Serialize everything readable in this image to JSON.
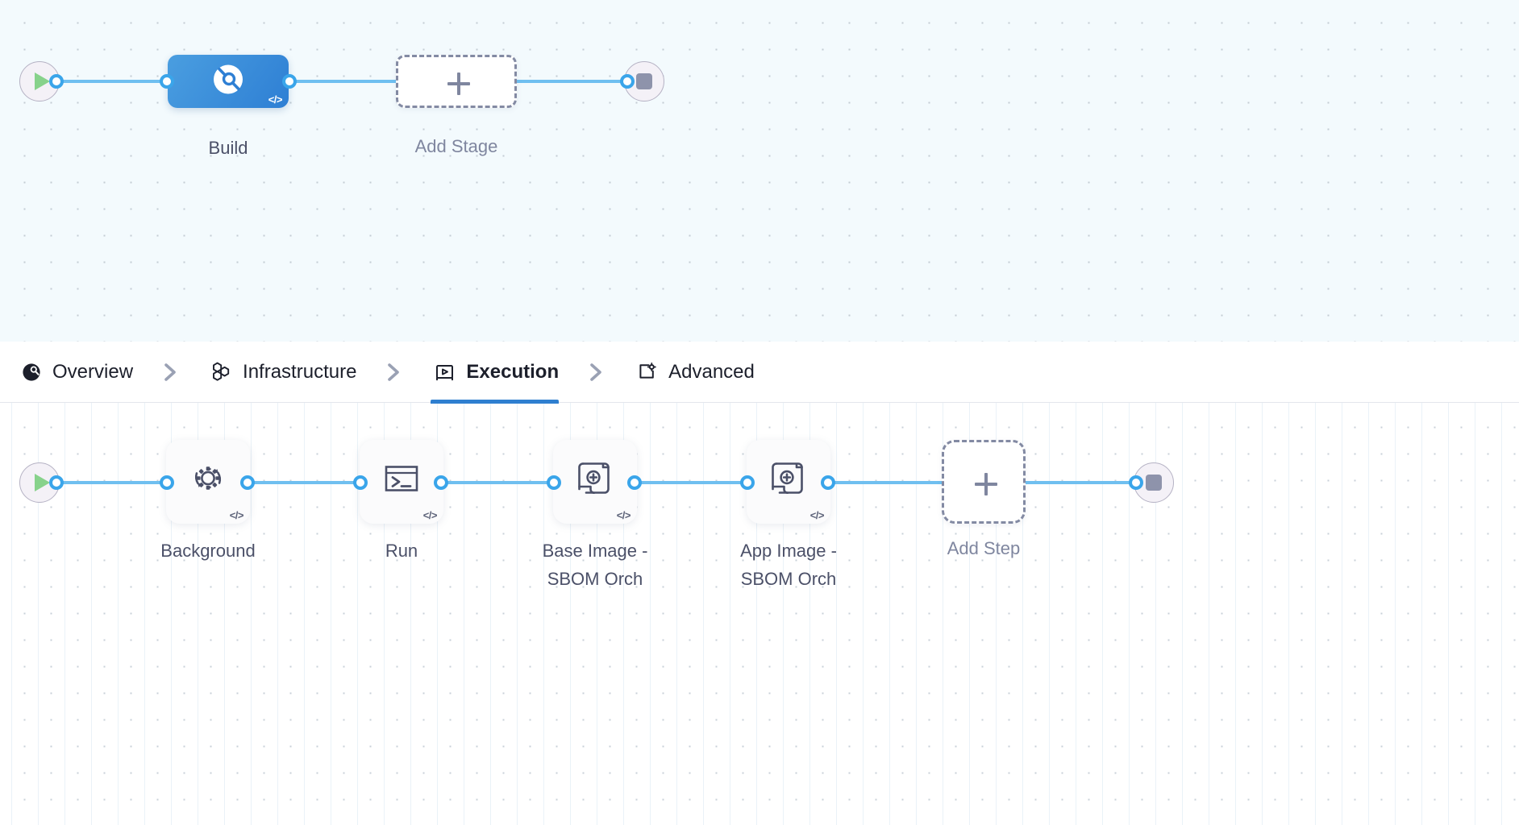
{
  "theme": {
    "rail_color": "#6fbff0",
    "port_stroke": "#3aa5ea",
    "stage_node_blue": "#2e7fd4",
    "active_tab_underline": "#2f7fd0",
    "caption_color": "#4b5068",
    "placeholder_color": "#7f869f",
    "start_green": "#87d28b",
    "stop_gray": "#8e93ab",
    "stage_canvas_bg": "#f3fafd",
    "step_canvas_bg": "#ffffff"
  },
  "stage_canvas": {
    "start_node": {
      "name": "pipeline-start",
      "icon": "play-icon"
    },
    "end_node": {
      "name": "pipeline-end",
      "icon": "stop-icon"
    },
    "nodes": [
      {
        "id": "build",
        "label": "Build",
        "icon": "harness-logo-icon",
        "badge": "</>",
        "selected": true,
        "type": "stage"
      },
      {
        "id": "add-stage",
        "label": "Add Stage",
        "icon": "plus-icon",
        "badge": "",
        "selected": false,
        "type": "placeholder"
      }
    ]
  },
  "tabbar": {
    "separator_icon": "chevron-right-icon",
    "tabs": [
      {
        "id": "overview",
        "label": "Overview",
        "icon": "overview-pie-icon",
        "active": false
      },
      {
        "id": "infrastructure",
        "label": "Infrastructure",
        "icon": "hexagon-cluster-icon",
        "active": false
      },
      {
        "id": "execution",
        "label": "Execution",
        "icon": "execution-play-box-icon",
        "active": true
      },
      {
        "id": "advanced",
        "label": "Advanced",
        "icon": "advanced-gear-box-icon",
        "active": false
      }
    ]
  },
  "step_canvas": {
    "start_node": {
      "name": "execution-start",
      "icon": "play-icon"
    },
    "end_node": {
      "name": "execution-end",
      "icon": "stop-icon"
    },
    "steps": [
      {
        "id": "background",
        "label": "Background",
        "icon": "gear-rotate-icon",
        "badge": "</>",
        "type": "step"
      },
      {
        "id": "run",
        "label": "Run",
        "icon": "terminal-icon",
        "badge": "</>",
        "type": "step"
      },
      {
        "id": "base-image-sbom",
        "label": "Base Image -\nSBOM Orch",
        "icon": "scroll-plus-icon",
        "badge": "</>",
        "type": "step"
      },
      {
        "id": "app-image-sbom",
        "label": "App Image -\nSBOM Orch",
        "icon": "scroll-plus-icon",
        "badge": "</>",
        "type": "step"
      },
      {
        "id": "add-step",
        "label": "Add Step",
        "icon": "plus-icon",
        "badge": "",
        "type": "placeholder"
      }
    ]
  }
}
